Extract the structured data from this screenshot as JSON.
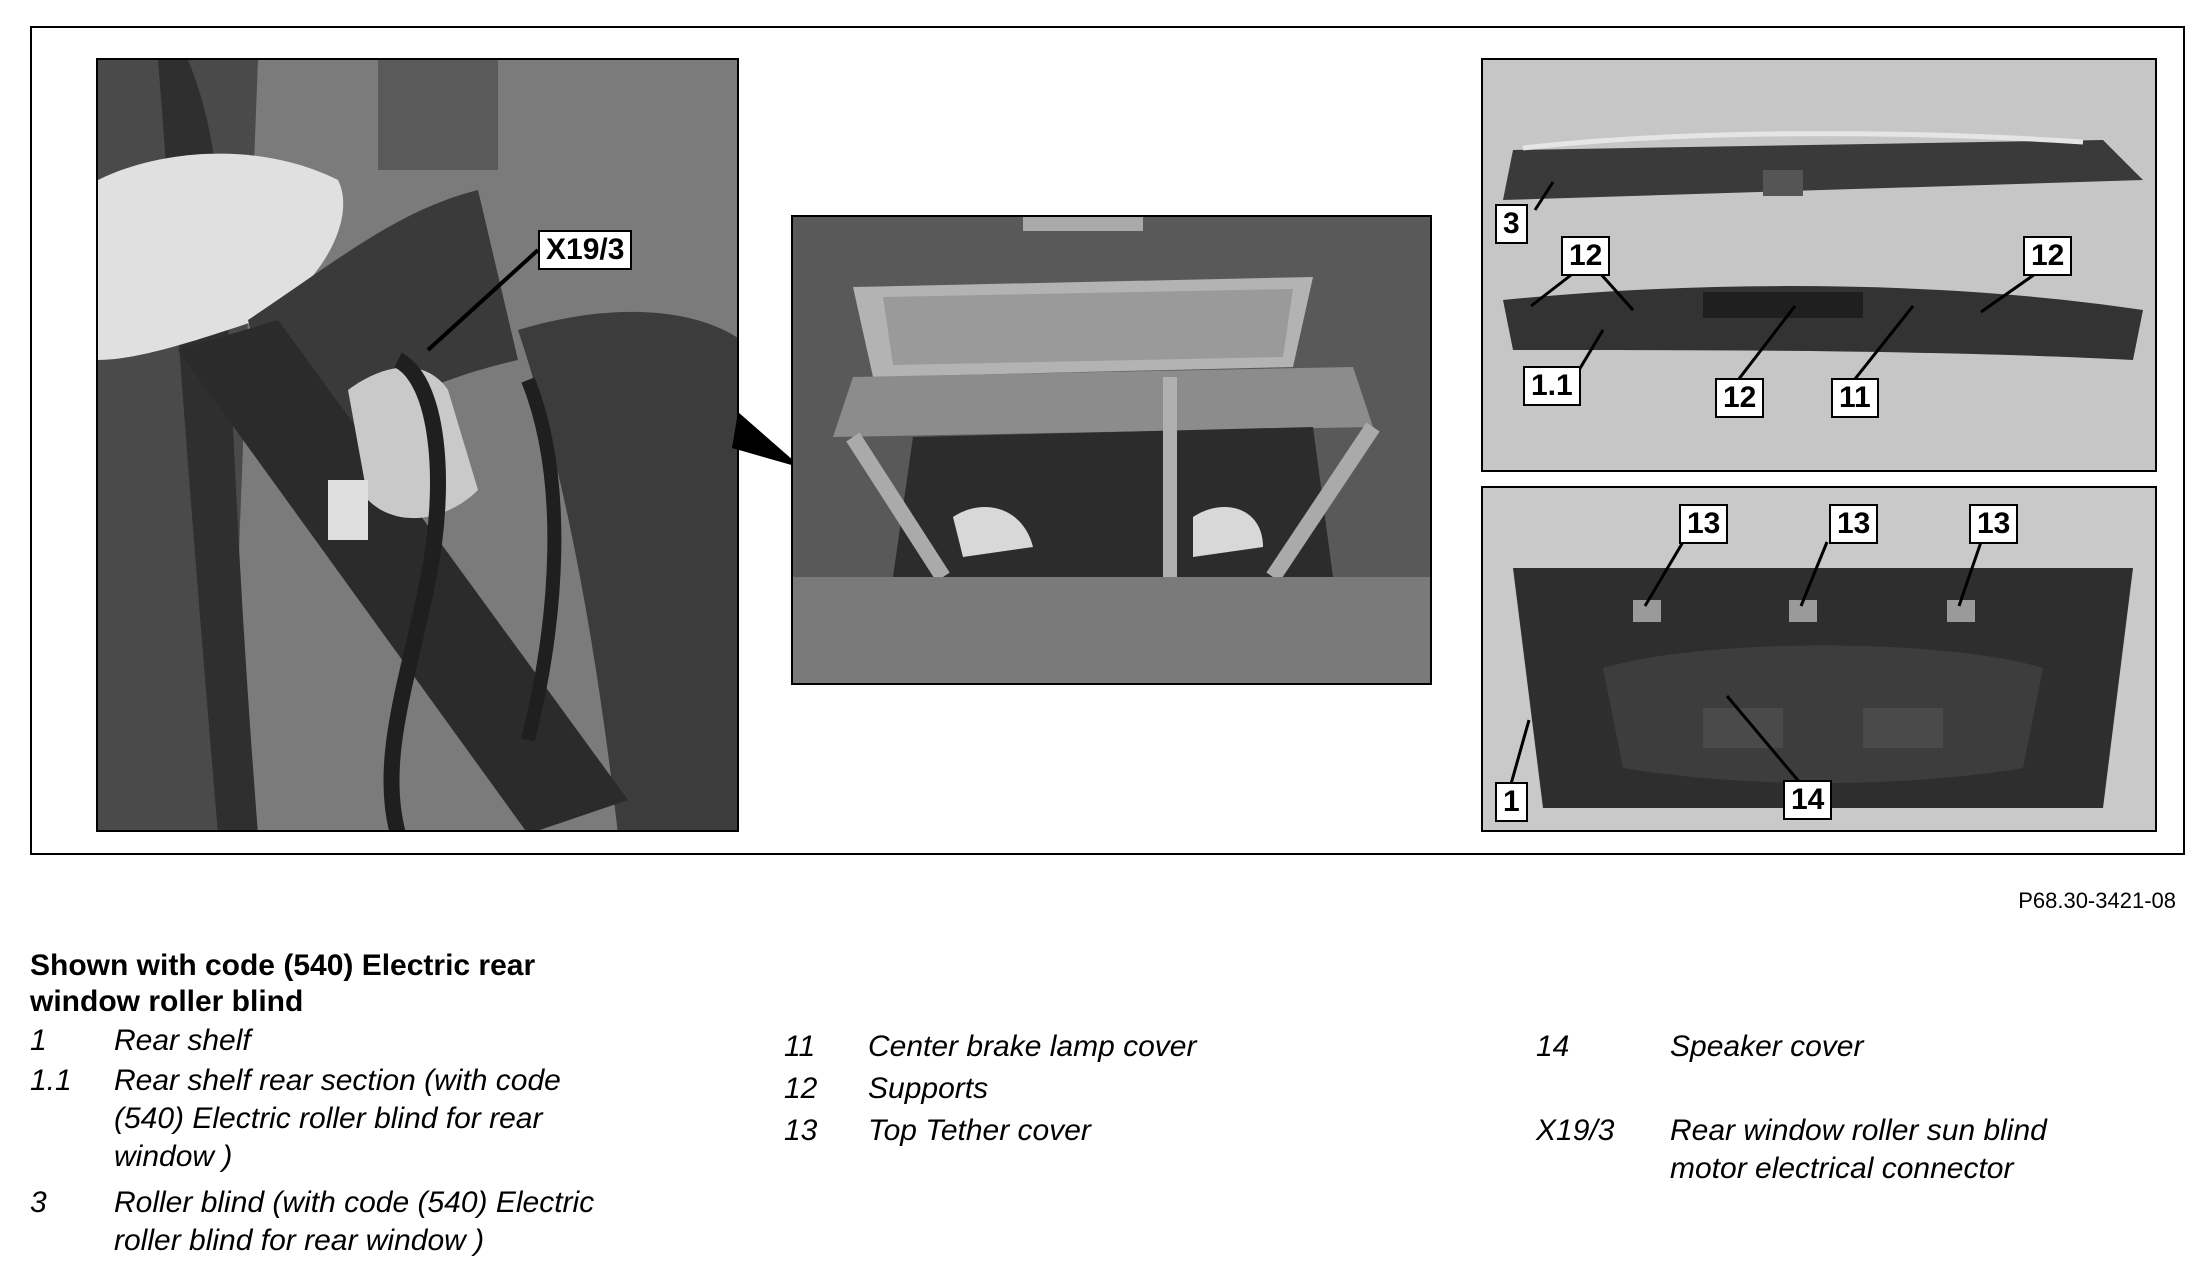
{
  "figure": {
    "code": "P68.30-3421-08",
    "callouts": {
      "left": [
        "X19/3"
      ],
      "top_right": [
        "3",
        "12",
        "12",
        "1.1",
        "12",
        "11"
      ],
      "bottom_right": [
        "13",
        "13",
        "13",
        "1",
        "14"
      ]
    }
  },
  "caption": {
    "title": "Shown with code (540) Electric rear window roller blind"
  },
  "legend": [
    {
      "key": "1",
      "text": "Rear shelf"
    },
    {
      "key": "1.1",
      "text": "Rear shelf rear section (with code\n(540) Electric roller blind for rear\nwindow )"
    },
    {
      "key": "3",
      "text": "Roller blind (with code (540) Electric\nroller blind for rear window )"
    },
    {
      "key": "11",
      "text": "Center brake lamp cover"
    },
    {
      "key": "12",
      "text": "Supports"
    },
    {
      "key": "13",
      "text": "Top Tether cover"
    },
    {
      "key": "14",
      "text": "Speaker cover"
    },
    {
      "key": "X19/3",
      "text": "Rear window roller sun blind\nmotor electrical connector"
    }
  ]
}
